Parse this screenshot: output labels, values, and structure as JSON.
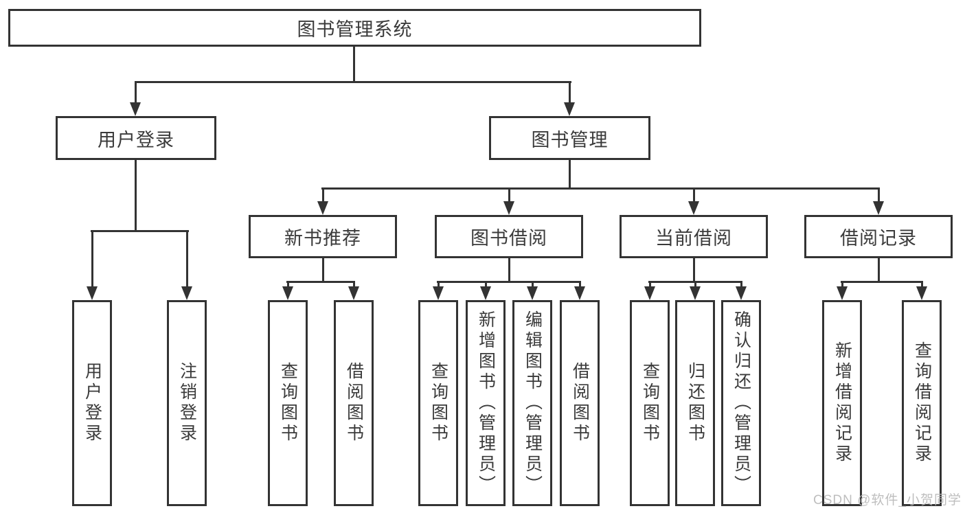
{
  "diagram": {
    "root": "图书管理系统",
    "level1": {
      "user_login": "用户登录",
      "book_management": "图书管理"
    },
    "level2": {
      "new_book_recommend": "新书推荐",
      "book_borrow": "图书借阅",
      "current_borrow": "当前借阅",
      "borrow_record": "借阅记录"
    },
    "leaves": {
      "user_login": [
        "用户登录",
        "注销登录"
      ],
      "new_book_recommend": [
        "查询图书",
        "借阅图书"
      ],
      "book_borrow": [
        "查询图书",
        "新增图书（管理员）",
        "编辑图书（管理员）",
        "借阅图书"
      ],
      "current_borrow": [
        "查询图书",
        "归还图书",
        "确认归还（管理员）"
      ],
      "borrow_record": [
        "新增借阅记录",
        "查询借阅记录"
      ]
    }
  },
  "watermark": {
    "text": "CSDN @软件_小贺同学"
  },
  "colors": {
    "line": "#333333",
    "text": "#3a3a3a",
    "background": "#ffffff",
    "watermark": "#b8b8b8"
  }
}
